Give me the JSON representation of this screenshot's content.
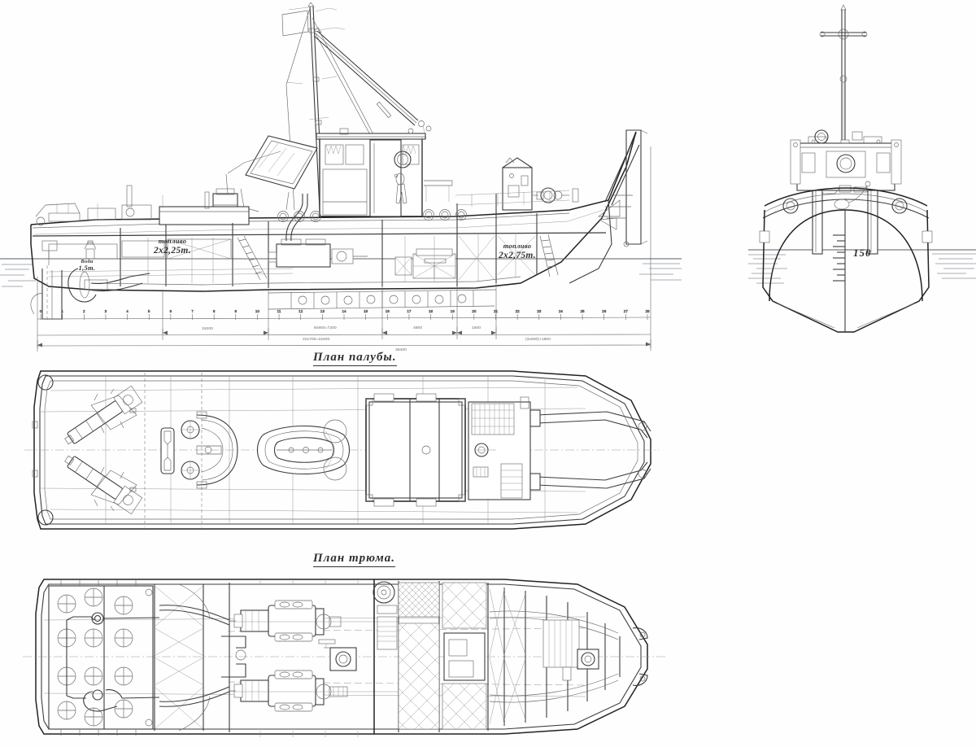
{
  "drawing": {
    "type": "ship general arrangement blueprint",
    "sheet_background": "#fefefe",
    "ink_color": "#333333",
    "waterline_color": "#55606b"
  },
  "views": {
    "profile": {
      "name": "side elevation / longitudinal section",
      "caption": "",
      "labels": {
        "water_tank": {
          "line1": "Вода",
          "line2": "1,5т."
        },
        "fuel_tank_aft": {
          "line1": "топливо",
          "line2": "2х2,25т."
        },
        "fuel_tank_fwd": {
          "line1": "топливо",
          "line2": "2х2,75т."
        }
      }
    },
    "deck_plan": {
      "name": "deck plan",
      "caption": "План палубы."
    },
    "hold_plan": {
      "name": "hold plan",
      "caption": "План трюма."
    },
    "bow_view": {
      "name": "bow / front elevation",
      "caption": "",
      "draft_mark": "150"
    }
  },
  "dimensions": {
    "chain_upper": [
      {
        "text": "15200"
      },
      {
        "text": "8x900=7200"
      },
      {
        "text": "4800"
      },
      {
        "text": "1600"
      }
    ],
    "chain_mid": [
      {
        "text": "22x700=15400"
      },
      {
        "text": "(3x600)+1800"
      }
    ],
    "overall": [
      {
        "text": "35400"
      }
    ],
    "station_numbers": [
      "0",
      "1",
      "2",
      "3",
      "4",
      "5",
      "6",
      "7",
      "8",
      "9",
      "10",
      "11",
      "12",
      "13",
      "14",
      "15",
      "16",
      "17",
      "18",
      "19",
      "20",
      "21",
      "22",
      "23",
      "24",
      "25",
      "26",
      "27",
      "28"
    ]
  },
  "components": {
    "profile": [
      "mast",
      "flag",
      "derrick-boom",
      "wheelhouse",
      "funnel",
      "lifeboat",
      "bow-ramp",
      "windlass",
      "rudder",
      "propeller",
      "portholes",
      "crew-bunks",
      "engine-room",
      "ladder",
      "bulwark"
    ],
    "deck_plan": [
      "stern-davits",
      "capstan",
      "lifeboat",
      "deckhouse",
      "cargo-hatch",
      "mast-step",
      "bow-ramp-hinges",
      "bollards"
    ],
    "hold_plan": [
      "tank-manholes",
      "frames",
      "twin-engines",
      "reduction-gears",
      "shaft-lines",
      "fuel-tanks",
      "crew-space",
      "forepeak-framing"
    ],
    "bow_view": [
      "mast",
      "crosstree",
      "ramp-guide-posts",
      "wheelhouse-porthole",
      "bulwark-fairleads",
      "draft-scale",
      "waterline-hatching"
    ]
  }
}
